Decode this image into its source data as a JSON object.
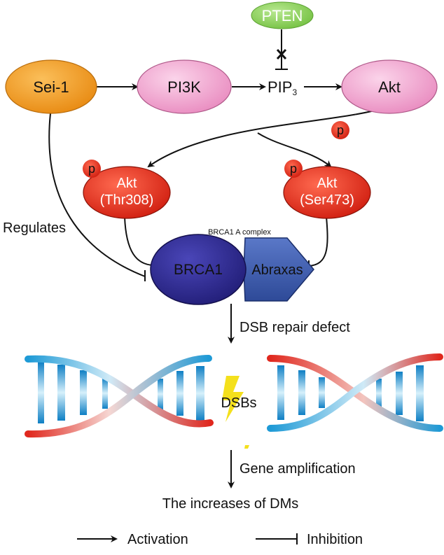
{
  "nodes": {
    "pten": "PTEN",
    "sei1": "Sei-1",
    "pi3k": "PI3K",
    "pip_base": "PIP",
    "pip_sub": "3",
    "akt": "Akt",
    "akt_thr_name": "Akt",
    "akt_thr_site": "(Thr308)",
    "akt_ser_name": "Akt",
    "akt_ser_site": "(Ser473)",
    "brca1": "BRCA1",
    "abraxas": "Abraxas",
    "dsbs": "DSBs"
  },
  "phospho_label": "p",
  "labels": {
    "regulates": "Regulates",
    "brca1_complex": "BRCA1 A complex",
    "dsb_repair": "DSB repair defect",
    "gene_amplification": "Gene amplification",
    "result": "The increases of DMs"
  },
  "legend": {
    "activation": "Activation",
    "inhibition": "Inhibition"
  },
  "colors": {
    "sei1": "#f0961e",
    "pink_node": "#f0a0cc",
    "pten": "#8ccf5a",
    "akt_red": "#e8301e",
    "brca1": "#2e2a8e",
    "abraxas": "#3a56a8",
    "dna_blue": "#1e9ad6",
    "dna_red": "#e0281e",
    "bolt": "#f4e01c"
  }
}
